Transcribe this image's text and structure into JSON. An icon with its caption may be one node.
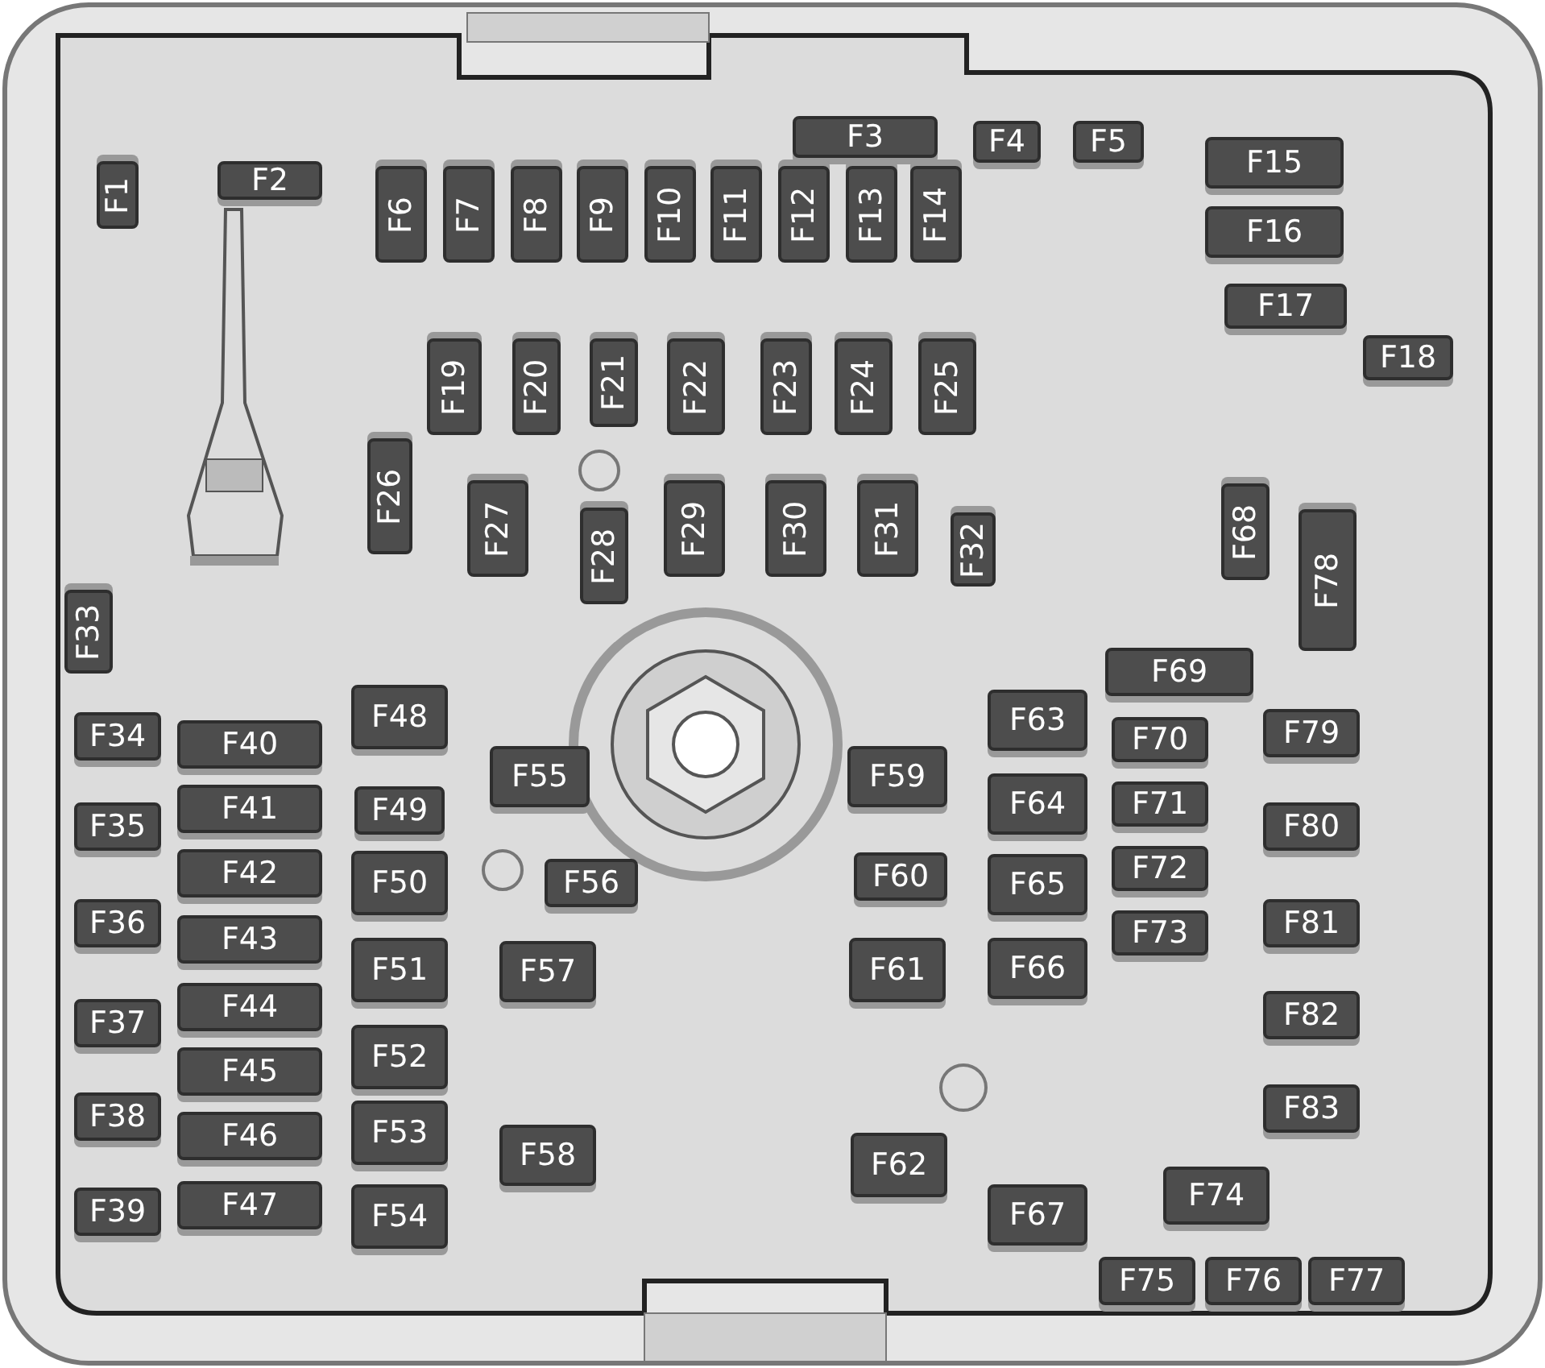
{
  "diagram": {
    "nodes": [
      {
        "text": [
          "F1"
        ]
      },
      {
        "text": [
          "F2"
        ]
      },
      {
        "text": [
          "F3"
        ]
      },
      {
        "text": [
          "F4"
        ]
      },
      {
        "text": [
          "F5"
        ]
      },
      {
        "text": [
          "F6"
        ]
      },
      {
        "text": [
          "F7"
        ]
      },
      {
        "text": [
          "F8"
        ]
      },
      {
        "text": [
          "F9"
        ]
      },
      {
        "text": [
          "F10"
        ]
      },
      {
        "text": [
          "F11"
        ]
      },
      {
        "text": [
          "F12"
        ]
      },
      {
        "text": [
          "F13"
        ]
      },
      {
        "text": [
          "F14"
        ]
      },
      {
        "text": [
          "F15"
        ]
      },
      {
        "text": [
          "F16"
        ]
      },
      {
        "text": [
          "F17"
        ]
      },
      {
        "text": [
          "F18"
        ]
      },
      {
        "text": [
          "F19"
        ]
      },
      {
        "text": [
          "F20"
        ]
      },
      {
        "text": [
          "F21"
        ]
      },
      {
        "text": [
          "F22"
        ]
      },
      {
        "text": [
          "F23"
        ]
      },
      {
        "text": [
          "F24"
        ]
      },
      {
        "text": [
          "F25"
        ]
      },
      {
        "text": [
          "F26"
        ]
      },
      {
        "text": [
          "F27"
        ]
      },
      {
        "text": [
          "F28"
        ]
      },
      {
        "text": [
          "F29"
        ]
      },
      {
        "text": [
          "F30"
        ]
      },
      {
        "text": [
          "F31"
        ]
      },
      {
        "text": [
          "F32"
        ]
      },
      {
        "text": [
          "F33"
        ]
      },
      {
        "text": [
          "F34"
        ]
      },
      {
        "text": [
          "F35"
        ]
      },
      {
        "text": [
          "F36"
        ]
      },
      {
        "text": [
          "F37"
        ]
      },
      {
        "text": [
          "F38"
        ]
      },
      {
        "text": [
          "F39"
        ]
      },
      {
        "text": [
          "F40"
        ]
      },
      {
        "text": [
          "F41"
        ]
      },
      {
        "text": [
          "F42"
        ]
      },
      {
        "text": [
          "F43"
        ]
      },
      {
        "text": [
          "F44"
        ]
      },
      {
        "text": [
          "F45"
        ]
      },
      {
        "text": [
          "F46"
        ]
      },
      {
        "text": [
          "F47"
        ]
      },
      {
        "text": [
          "F48"
        ]
      },
      {
        "text": [
          "F49"
        ]
      },
      {
        "text": [
          "F50"
        ]
      },
      {
        "text": [
          "F51"
        ]
      },
      {
        "text": [
          "F52"
        ]
      },
      {
        "text": [
          "F53"
        ]
      },
      {
        "text": [
          "F54"
        ]
      },
      {
        "text": [
          "F55"
        ]
      },
      {
        "text": [
          "F56"
        ]
      },
      {
        "text": [
          "F57"
        ]
      },
      {
        "text": [
          "F58"
        ]
      },
      {
        "text": [
          "F59"
        ]
      },
      {
        "text": [
          "F60"
        ]
      },
      {
        "text": [
          "F61"
        ]
      },
      {
        "text": [
          "F62"
        ]
      },
      {
        "text": [
          "F63"
        ]
      },
      {
        "text": [
          "F64"
        ]
      },
      {
        "text": [
          "F65"
        ]
      },
      {
        "text": [
          "F66"
        ]
      },
      {
        "text": [
          "F67"
        ]
      },
      {
        "text": [
          "F68"
        ]
      },
      {
        "text": [
          "F69"
        ]
      },
      {
        "text": [
          "F70"
        ]
      },
      {
        "text": [
          "F71"
        ]
      },
      {
        "text": [
          "F72"
        ]
      },
      {
        "text": [
          "F73"
        ]
      },
      {
        "text": [
          "F74"
        ]
      },
      {
        "text": [
          "F75"
        ]
      },
      {
        "text": [
          "F76"
        ]
      },
      {
        "text": [
          "F77"
        ]
      },
      {
        "text": [
          "F78"
        ]
      },
      {
        "text": [
          "F79"
        ]
      },
      {
        "text": [
          "F80"
        ]
      },
      {
        "text": [
          "F81"
        ]
      },
      {
        "text": [
          "F82"
        ]
      },
      {
        "text": [
          "F83"
        ]
      }
    ]
  }
}
